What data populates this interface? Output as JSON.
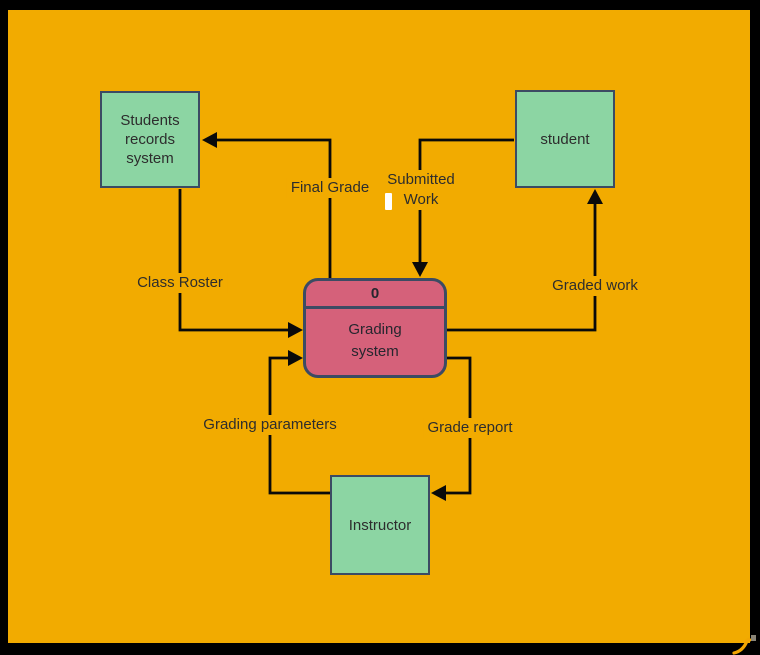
{
  "colors": {
    "background": "#F2AB00",
    "frame": "#000000",
    "entity_fill": "#8CD5A3",
    "entity_border": "#3C4B63",
    "process_fill": "#D5617A",
    "process_border": "#3C4B63",
    "connector": "#0A0A0A",
    "label_text": "#2D2D2D",
    "cursor": "#FFFFFF",
    "watermark": "#F2A602"
  },
  "process": {
    "number": "0",
    "name_lines": [
      "Grading",
      "system"
    ]
  },
  "entities": {
    "students_records": {
      "lines": [
        "Students",
        "records",
        "system"
      ]
    },
    "student": {
      "label": "student"
    },
    "instructor": {
      "label": "Instructor"
    }
  },
  "flows": {
    "final_grade": {
      "label": "Final Grade"
    },
    "submitted_work": {
      "lines": [
        "Submitted",
        "Work"
      ]
    },
    "class_roster": {
      "label": "Class Roster"
    },
    "graded_work": {
      "label": "Graded work"
    },
    "grading_parameters": {
      "label": "Grading parameters"
    },
    "grade_report": {
      "label": "Grade report"
    }
  }
}
